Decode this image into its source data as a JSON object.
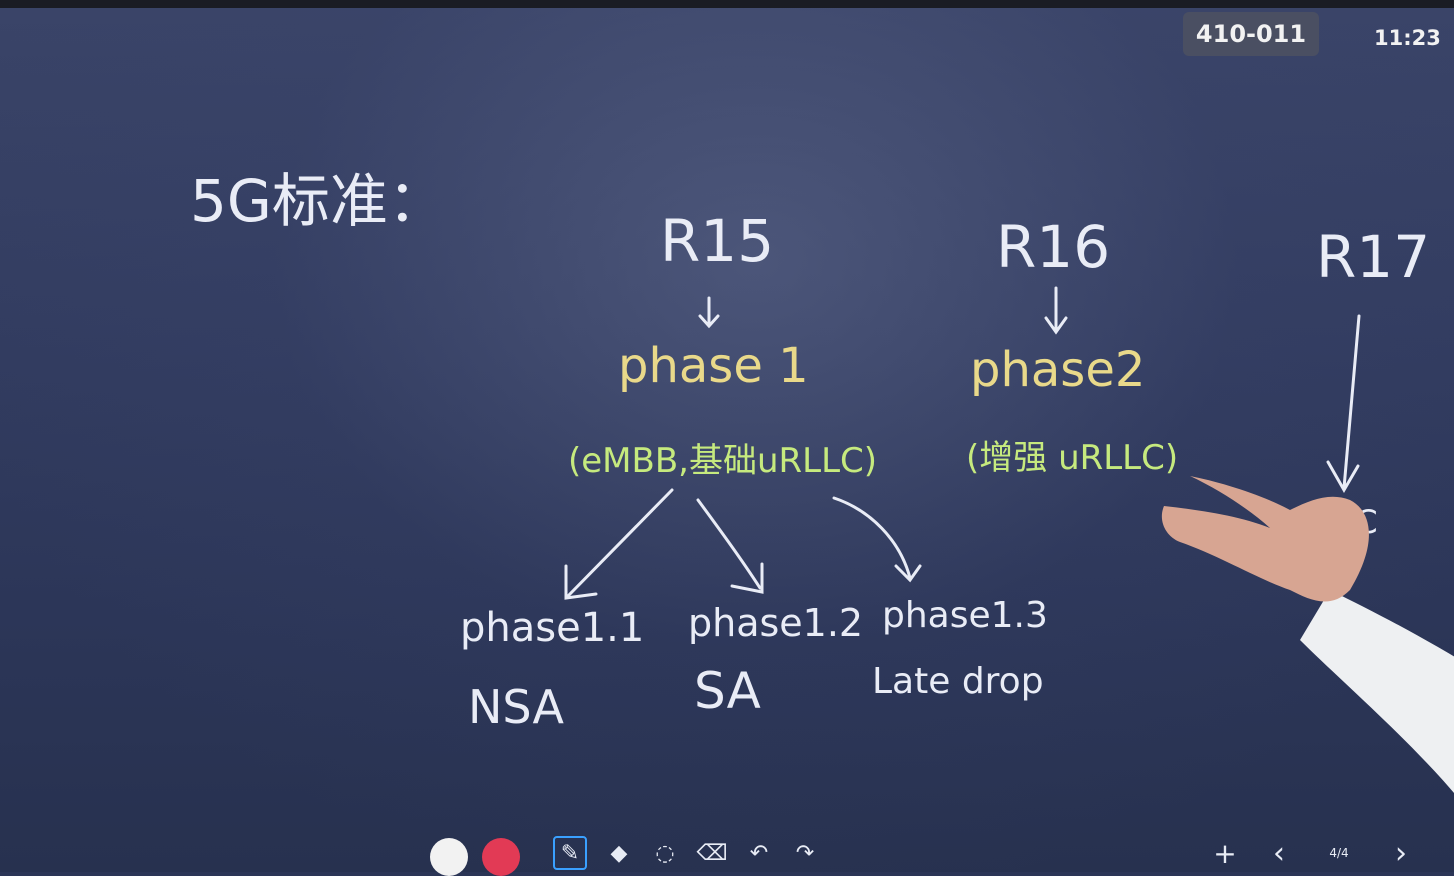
{
  "status": {
    "room_code": "410-011",
    "time": "11:23"
  },
  "board": {
    "title": "5G标准：",
    "releases": [
      {
        "label": "R15",
        "phase": "phase 1",
        "note": "(eMBB,基础uRLLC)"
      },
      {
        "label": "R16",
        "phase": "phase2",
        "note": "(增强 uRLLC)"
      },
      {
        "label": "R17",
        "result": "MTC"
      }
    ],
    "sub_phases": [
      {
        "name": "phase1.1",
        "note": "NSA"
      },
      {
        "name": "phase1.2",
        "note": "SA"
      },
      {
        "name": "phase1.3",
        "note": "Late drop"
      }
    ]
  },
  "toolbar": {
    "colors": {
      "white": "#f2f2f2",
      "red": "#e23a55"
    },
    "tools": [
      {
        "icon": "pen-icon",
        "glyph": "✎",
        "active": true
      },
      {
        "icon": "eraser-icon",
        "glyph": "◆"
      },
      {
        "icon": "lasso-icon",
        "glyph": "◌"
      },
      {
        "icon": "clear-icon",
        "glyph": "⌫"
      },
      {
        "icon": "undo-icon",
        "glyph": "↶"
      },
      {
        "icon": "redo-icon",
        "glyph": "↷"
      }
    ],
    "nav": {
      "add": "+",
      "prev": "‹",
      "page": "4/4",
      "next": "›"
    }
  }
}
